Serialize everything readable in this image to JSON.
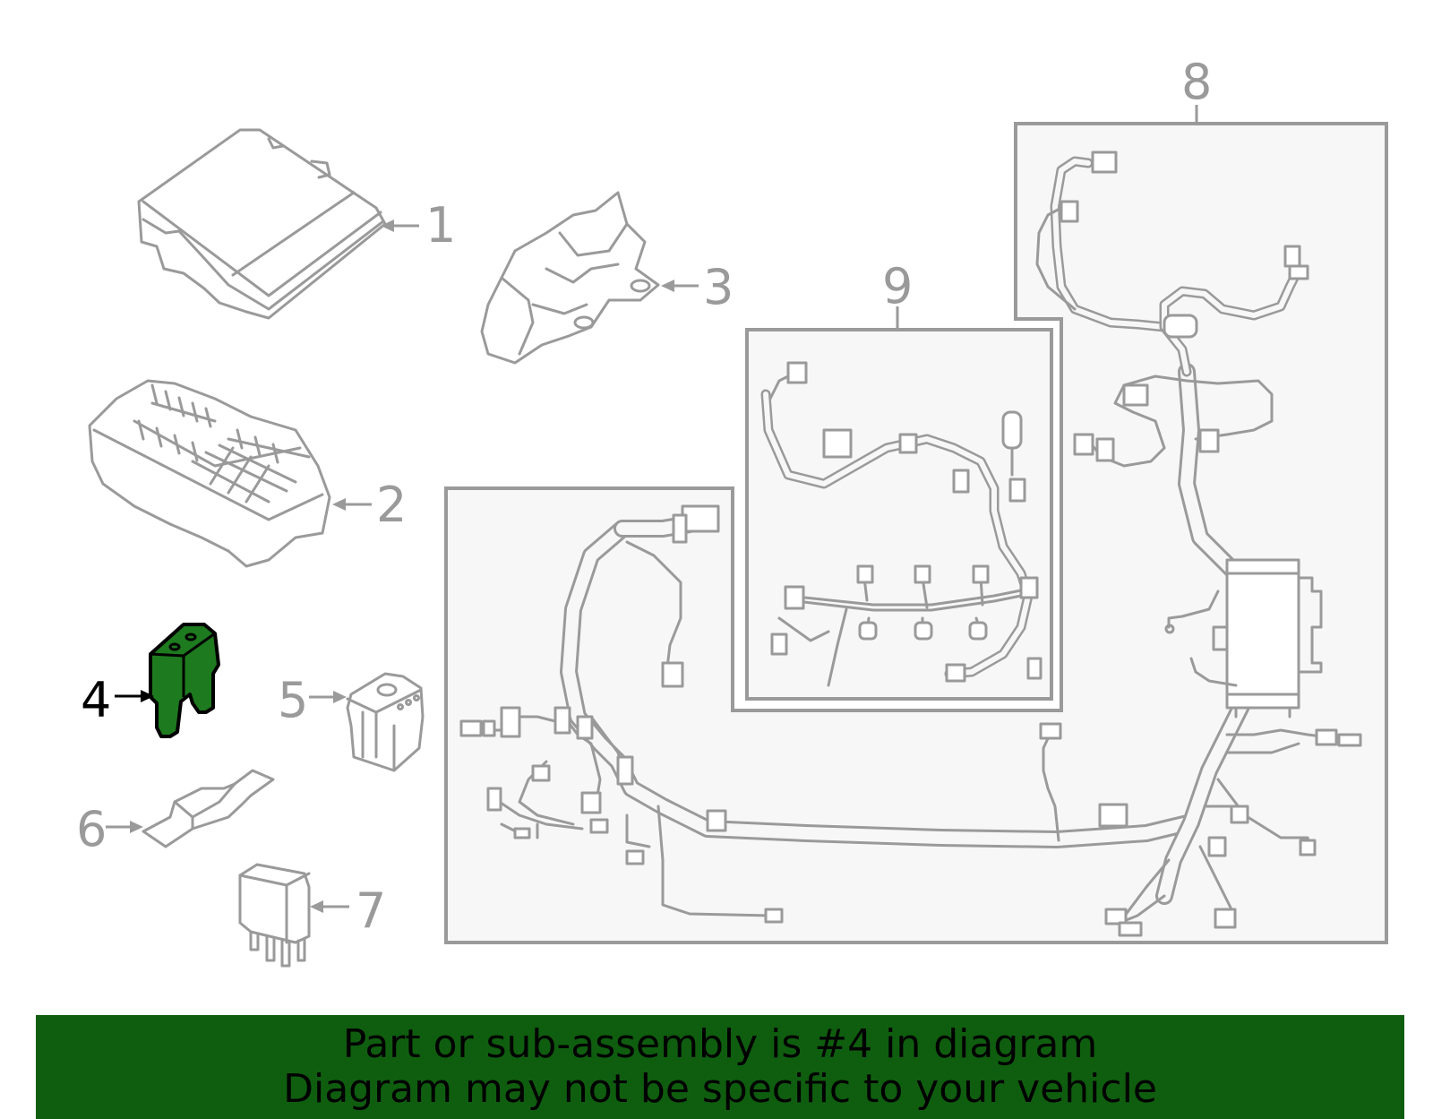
{
  "callouts": [
    "1",
    "2",
    "3",
    "4",
    "5",
    "6",
    "7",
    "8",
    "9"
  ],
  "highlighted_callout": "4",
  "colors": {
    "highlight_part": "#1e7a1e",
    "banner_background": "#0f5e0f",
    "line_art": "#9a9a9a"
  },
  "banner": {
    "line1": "Part or sub-assembly is #4 in diagram",
    "line2": "Diagram may not be specific to your vehicle"
  }
}
